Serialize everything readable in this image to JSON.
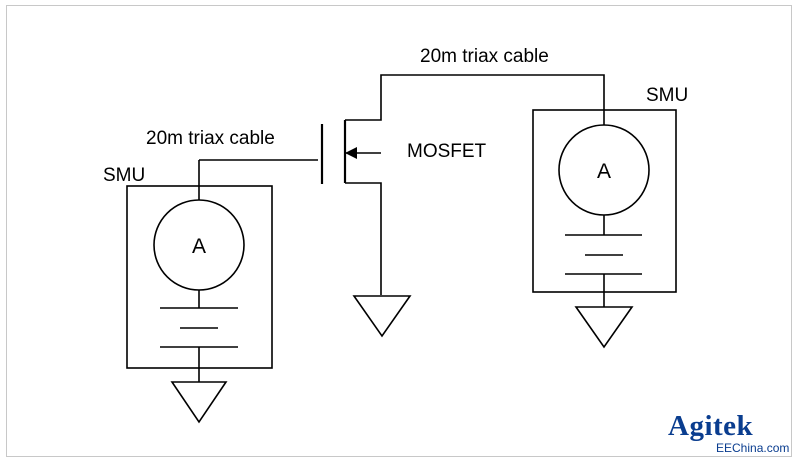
{
  "labels": {
    "cable_left": "20m triax cable",
    "cable_right": "20m triax cable",
    "smu_left": "SMU",
    "smu_right": "SMU",
    "mosfet": "MOSFET",
    "ammeter_left": "A",
    "ammeter_right": "A"
  },
  "watermark": {
    "logo": "Agitek",
    "site": "EEChina.com"
  },
  "colors": {
    "line": "#000000",
    "logo": "#0a3d8f"
  }
}
